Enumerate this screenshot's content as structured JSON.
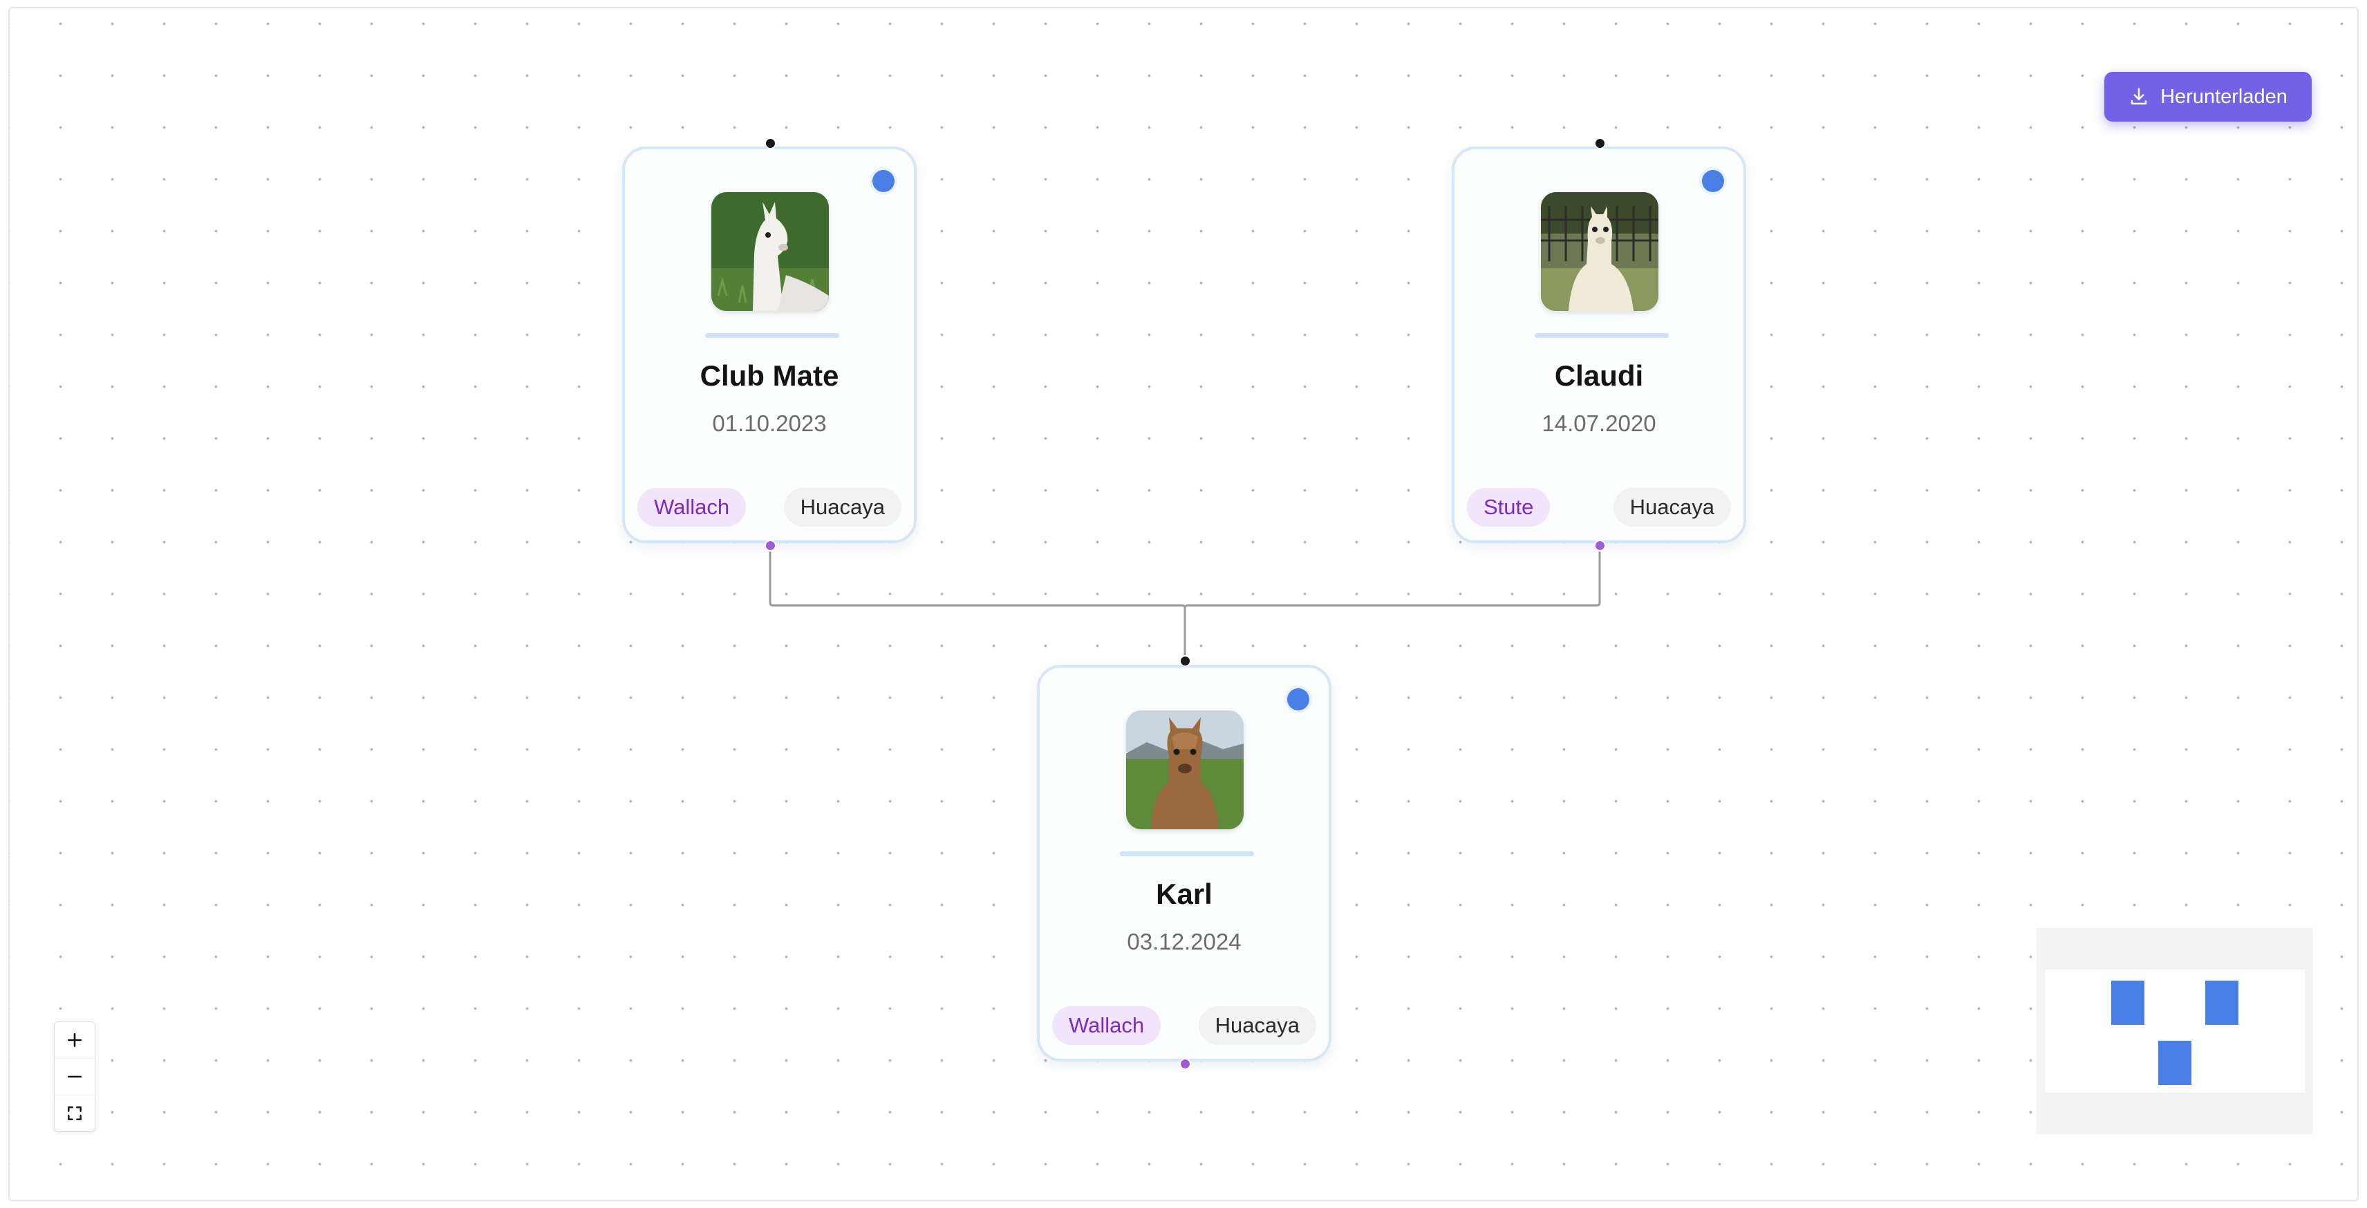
{
  "toolbar": {
    "download_label": "Herunterladen"
  },
  "nodes": [
    {
      "id": "club-mate",
      "name": "Club Mate",
      "date": "01.10.2023",
      "sex": "Wallach",
      "breed": "Huacaya"
    },
    {
      "id": "claudi",
      "name": "Claudi",
      "date": "14.07.2020",
      "sex": "Stute",
      "breed": "Huacaya"
    },
    {
      "id": "karl",
      "name": "Karl",
      "date": "03.12.2024",
      "sex": "Wallach",
      "breed": "Huacaya"
    }
  ],
  "controls": [
    {
      "name": "zoom-in",
      "icon": "plus-icon"
    },
    {
      "name": "zoom-out",
      "icon": "minus-icon"
    },
    {
      "name": "fit-view",
      "icon": "fullscreen-icon"
    }
  ],
  "colors": {
    "accent": "#7361e6",
    "status_dot": "#4a7fe6",
    "sex_tag_text": "#7b2bc0",
    "sex_tag_bg": "#f2e5fb",
    "edge": "#9a9a9a"
  }
}
